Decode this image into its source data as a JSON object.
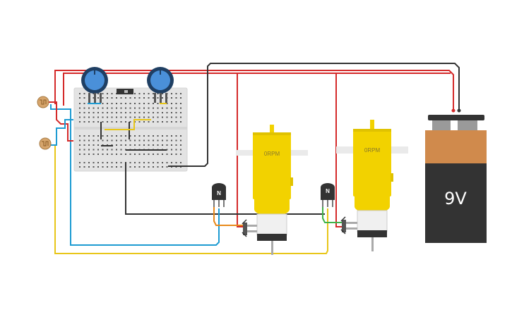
{
  "motors": [
    {
      "rpm_label": "0RPM"
    },
    {
      "rpm_label": "0RPM"
    }
  ],
  "transistors": [
    {
      "label": "N"
    },
    {
      "label": "N"
    }
  ],
  "battery": {
    "label": "9V"
  },
  "colors": {
    "red_wire": "#d42a2a",
    "black_wire": "#333333",
    "blue_wire": "#1e9bd2",
    "yellow_wire": "#e8c619",
    "orange_wire": "#e8891a",
    "green_wire": "#3fb34a",
    "motor_yellow": "#f2d200",
    "battery_copper": "#d08a4c",
    "battery_body": "#333333",
    "breadboard": "#e0e0e0",
    "pot_blue": "#4a90d9"
  }
}
